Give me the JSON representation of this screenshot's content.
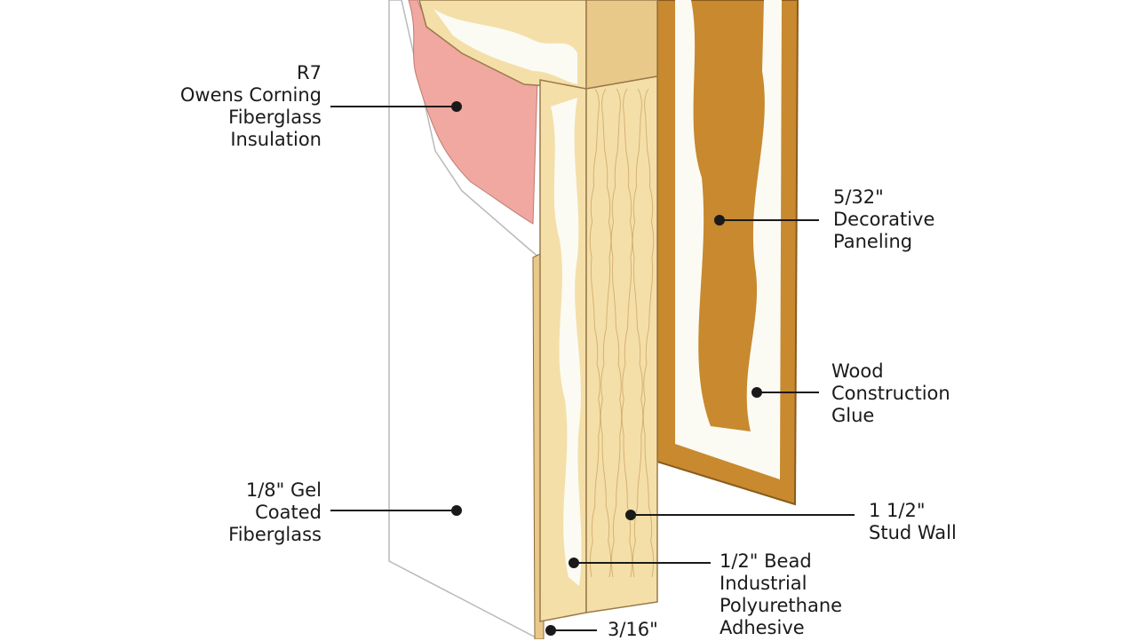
{
  "colors": {
    "wood_light": "#f4dfa8",
    "wood_mid": "#e9c98a",
    "wood_grain": "#d7b173",
    "insulation": "#f0a8a0",
    "panel_brown": "#c8892f",
    "glue_white": "#fbfbf4",
    "fiberglass_sheet": "#ffffff",
    "outline": "#9a7a4a",
    "text": "#1a1a1a"
  },
  "callouts": [
    {
      "id": "insulation",
      "lines": [
        "R7",
        "Owens Corning",
        "Fiberglass",
        "Insulation"
      ]
    },
    {
      "id": "paneling",
      "lines": [
        "5/32\"",
        "Decorative",
        "Paneling"
      ]
    },
    {
      "id": "glue",
      "lines": [
        "Wood",
        "Construction",
        "Glue"
      ]
    },
    {
      "id": "gelcoat",
      "lines": [
        "1/8\" Gel",
        "Coated",
        "Fiberglass"
      ]
    },
    {
      "id": "stud",
      "lines": [
        "1 1/2\"",
        "Stud Wall"
      ]
    },
    {
      "id": "adhesive",
      "lines": [
        "1/2\" Bead",
        "Industrial",
        "Polyurethane",
        "Adhesive"
      ]
    },
    {
      "id": "thickness",
      "lines": [
        "3/16\""
      ]
    }
  ]
}
